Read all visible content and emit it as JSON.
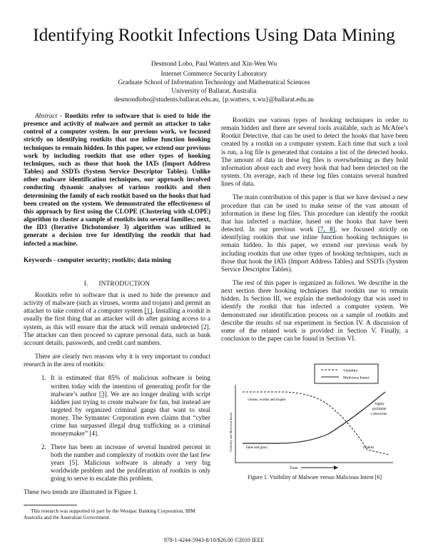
{
  "title": "Identifying Rootkit Infections Using Data Mining",
  "authors": {
    "names": "Desmond Lobo, Paul Watters and Xin-Wen Wu",
    "lab": "Internet Commerce Security Laboratory",
    "school": "Graduate School of Information Technology and Mathematical Sciences",
    "university": "University of Ballarat, Australia",
    "emails": "desmondlobo@students.ballarat.edu.au, {p.watters, x.wu}@ballarat.edu.au"
  },
  "abstract": {
    "label": "Abstract - ",
    "text": "Rootkits refer to software that is used to hide the presence and activity of malware and permit an attacker to take control of a computer system. In our previous work, we focused strictly on identifying rootkits that use inline function hooking techniques to remain hidden. In this paper, we extend our previous work by including rootkits that use other types of hooking techniques, such as those that hook the IATs (Import Address Tables) and SSDTs (System Service Descriptor Tables). Unlike other malware identification techniques, our approach involved conducting dynamic analyses of various rootkits and then determining the family of each rootkit based on the hooks that had been created on the system. We demonstrated the effectiveness of this approach by first using the CLOPE (Clustering with sLOPE) algorithm to cluster a sample of rootkits into several families; next, the ID3 (Iterative Dichotomiser 3) algorithm was utilized to generate a decision tree for identifying the rootkit that had infected a machine."
  },
  "keywords": "Keywords - computer security; rootkits; data mining",
  "intro": {
    "heading": "I.      INTRODUCTION",
    "p1a": "Rootkits refer to software that is used to hide the presence and activity of malware (such as viruses, worms and trojans) and permit an attacker to take control of a computer system ",
    "p1cite": "[1]",
    "p1b": ". Installing a rootkit is usually the first thing that an attacker will do after gaining access to a system, as this will ensure that the attack will remain undetected [2]. The attacker can then proceed to capture personal data, such as bank account details, passwords, and credit card numbers.",
    "p2": "There are clearly two reasons why it is very important to conduct research in the area of rootkits:",
    "item1a": "It is estimated that 85% of malicious software is being written today with the intention of generating profit for the malware’s author ",
    "item1cite": "[3]",
    "item1b": ". We are no longer dealing with script kiddies just trying to create malware for fun, but instead are targeted by organized criminal gangs that want to steal money. The Symantec Corporation even claims that “cyber crime has surpassed illegal drug trafficking as a criminal moneymaker” [4].",
    "item2": "There has been an increase of several hundred percent in both the number and complexity of rootkits over the last few years [5]. Malicious software is already a very big worldwide problem and the proliferation of rootkits is only going to serve to escalate this problem.",
    "p3": "These two trends are illustrated in Figure 1."
  },
  "right": {
    "p1": "Rootkits use various types of hooking techniques in order to remain hidden and there are several tools available, such as McAfee’s Rootkit Detective, that can be used to detect the hooks that have been created by a rootkit on a computer system. Each time that such a tool is run, a log file is generated that contains a list of the detected hooks. The amount of data in these log files is overwhelming as they hold information about each and every hook that had been detected on the system. On average, each of these log files contains several hundred lines of data.",
    "p2a": "The main contribution of this paper is that we have devised a new procedure that can be used to make sense of the vast amount of information in these log files. This procedure can identify the rootkit that has infected a machine, based on the hooks that have been detected. In our previous work ",
    "p2cite": "[7, 8]",
    "p2b": ", we focused strictly on identifying rootkits that use inline function hooking techniques to remain hidden. In this paper, we extend our previous work by including rootkits that use other types of hooking techniques, such as those that hook the IATs (Import Address Tables) and SSDTs (System Service Descriptor Tables).",
    "p3": "The rest of this paper is organized as follows. We describe in the next section three hooking techniques that rootkits use to remain hidden. In Section III, we explain the methodology that was used to identify the rootkit that has infected a computer system. We demonstrated our identification process on a sample of rootkits and describe the results of our experiment in Section IV. A discussion of some of the related work is provided in Section V. Finally, a conclusion to the paper can be found in Section VI."
  },
  "figure": {
    "caption": "Figure 1.   Visibility of Malware versus Malicious Intent [6]",
    "legend": [
      "Visibility",
      "Malicious Intent"
    ],
    "ylabel": "Visibility and Malicious Intent",
    "xlabel": "Time",
    "annotations": {
      "viruses": "viruses, worms and trojans",
      "fame": "fame and glory",
      "cyber1": "highly",
      "cyber2": "profitable",
      "cyber3": "cybercrime",
      "rootkits": "rootkits"
    }
  },
  "footnote": "This research was supported in part by the Westpac Banking Corporation, IBM Australia and the Australian Government.",
  "footer": "978-1-4244-5943-8/10/$26.00 ©2010 IEEE"
}
